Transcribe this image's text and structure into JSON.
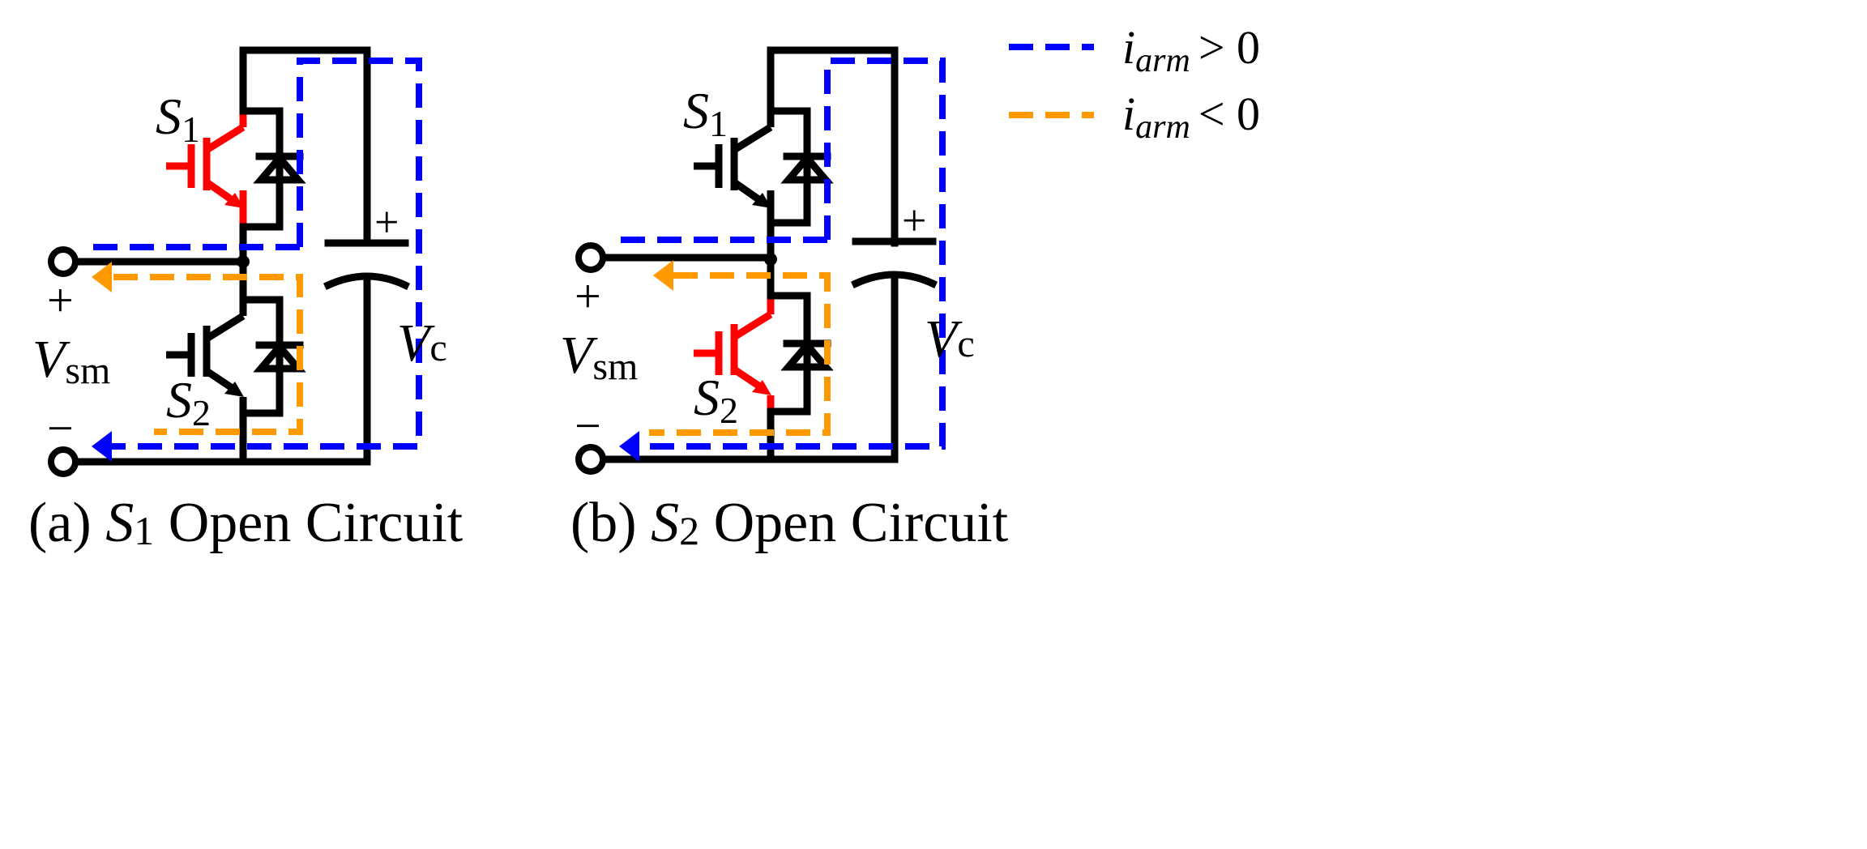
{
  "colors": {
    "wire": "#000000",
    "faulty_switch": "#ff0000",
    "positive_current": "#0000ff",
    "negative_current": "#ff9900"
  },
  "legend": {
    "positive": {
      "var": "i",
      "sub": "arm",
      "relation": "> 0"
    },
    "negative": {
      "var": "i",
      "sub": "arm",
      "relation": "< 0"
    }
  },
  "panel_a": {
    "s1": {
      "var": "S",
      "sub": "1"
    },
    "s2": {
      "var": "S",
      "sub": "2"
    },
    "plus": "+",
    "minus": "−",
    "cap_plus": "+",
    "vsm": {
      "var": "V",
      "sub": "sm"
    },
    "vc": {
      "var": "V",
      "sub": "c"
    },
    "caption": {
      "prefix": "(a) ",
      "var": "S",
      "sub": "1",
      "suffix": " Open Circuit"
    },
    "faulty": "s1"
  },
  "panel_b": {
    "s1": {
      "var": "S",
      "sub": "1"
    },
    "s2": {
      "var": "S",
      "sub": "2"
    },
    "plus": "+",
    "minus": "−",
    "cap_plus": "+",
    "vsm": {
      "var": "V",
      "sub": "sm"
    },
    "vc": {
      "var": "V",
      "sub": "c"
    },
    "caption": {
      "prefix": "(b) ",
      "var": "S",
      "sub": "2",
      "suffix": " Open Circuit"
    },
    "faulty": "s2"
  }
}
